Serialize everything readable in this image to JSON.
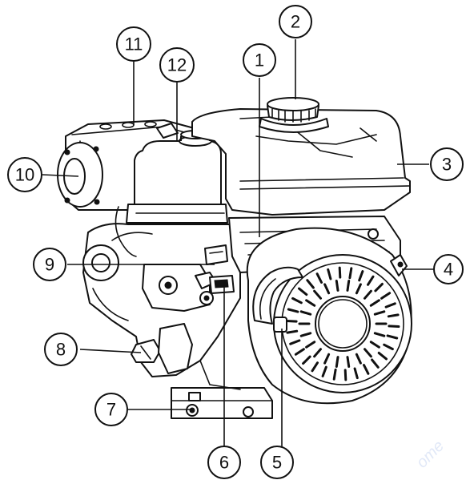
{
  "callouts": [
    {
      "id": "1",
      "label": "1"
    },
    {
      "id": "2",
      "label": "2"
    },
    {
      "id": "3",
      "label": "3"
    },
    {
      "id": "4",
      "label": "4"
    },
    {
      "id": "5",
      "label": "5"
    },
    {
      "id": "6",
      "label": "6"
    },
    {
      "id": "7",
      "label": "7"
    },
    {
      "id": "8",
      "label": "8"
    },
    {
      "id": "9",
      "label": "9"
    },
    {
      "id": "10",
      "label": "10"
    },
    {
      "id": "11",
      "label": "11"
    },
    {
      "id": "12",
      "label": "12"
    }
  ],
  "watermark": "ome"
}
